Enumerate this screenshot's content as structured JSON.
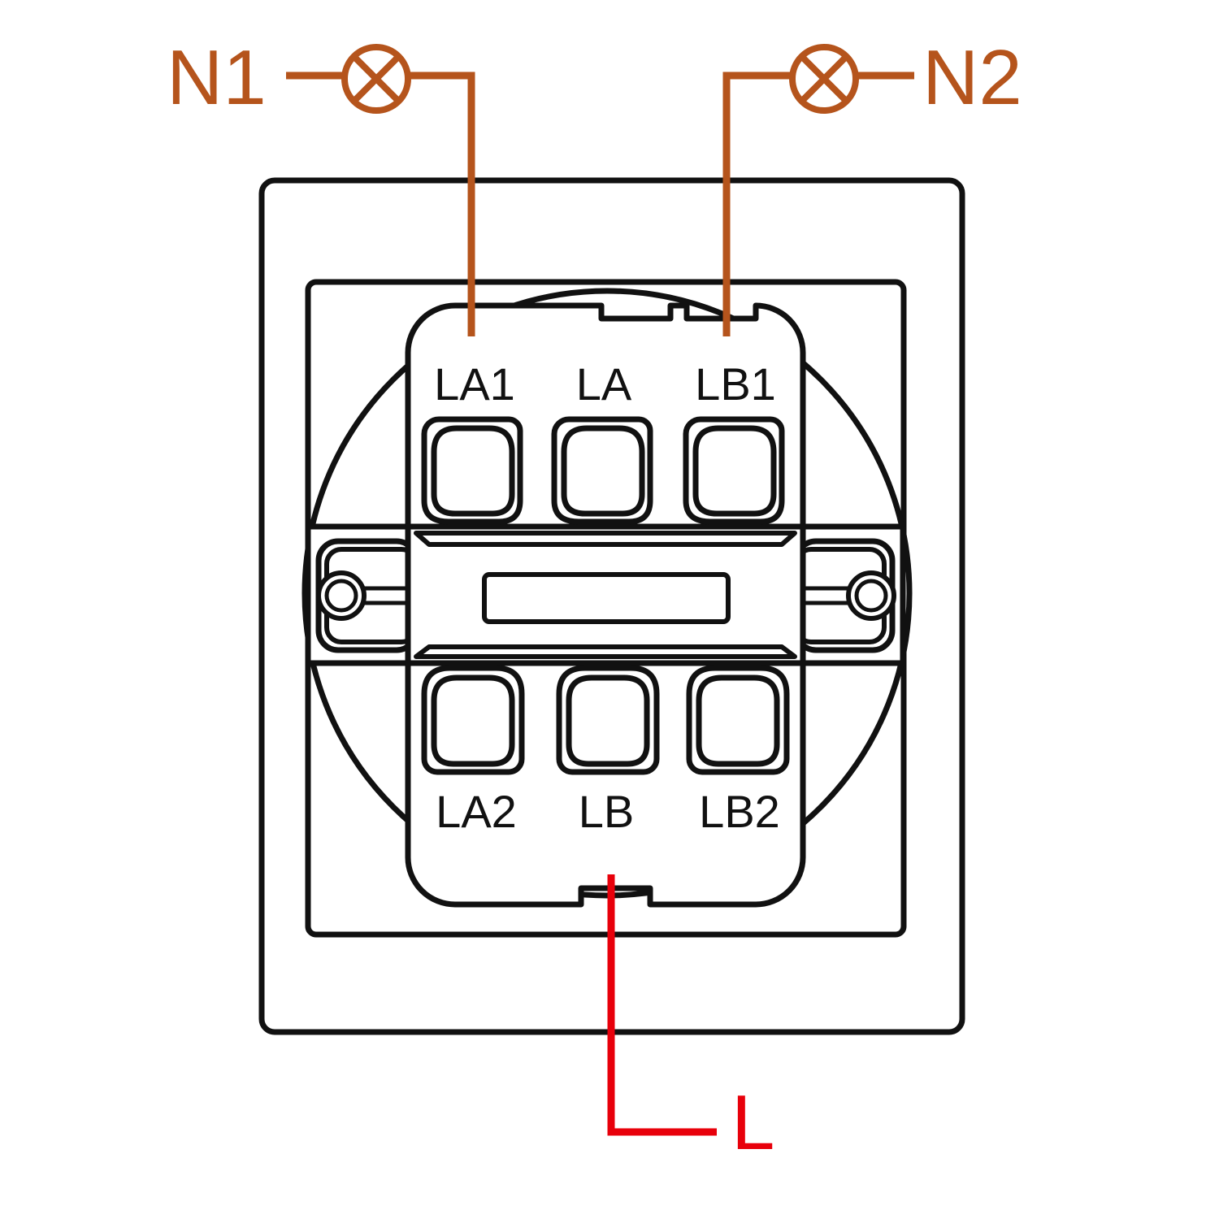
{
  "neutrals": [
    {
      "label": "N1",
      "side": "left"
    },
    {
      "label": "N2",
      "side": "right"
    }
  ],
  "live": {
    "label": "L"
  },
  "terminals_top": [
    "LA1",
    "LA",
    "LB1"
  ],
  "terminals_bottom": [
    "LA2",
    "LB",
    "LB2"
  ],
  "colors": {
    "outline": "#111111",
    "neutral_wire": "#b5541c",
    "live_wire": "#e8000b",
    "background": "#ffffff"
  },
  "icons": {
    "lamp": "lamp-cross-icon",
    "screw": "screw-icon"
  }
}
